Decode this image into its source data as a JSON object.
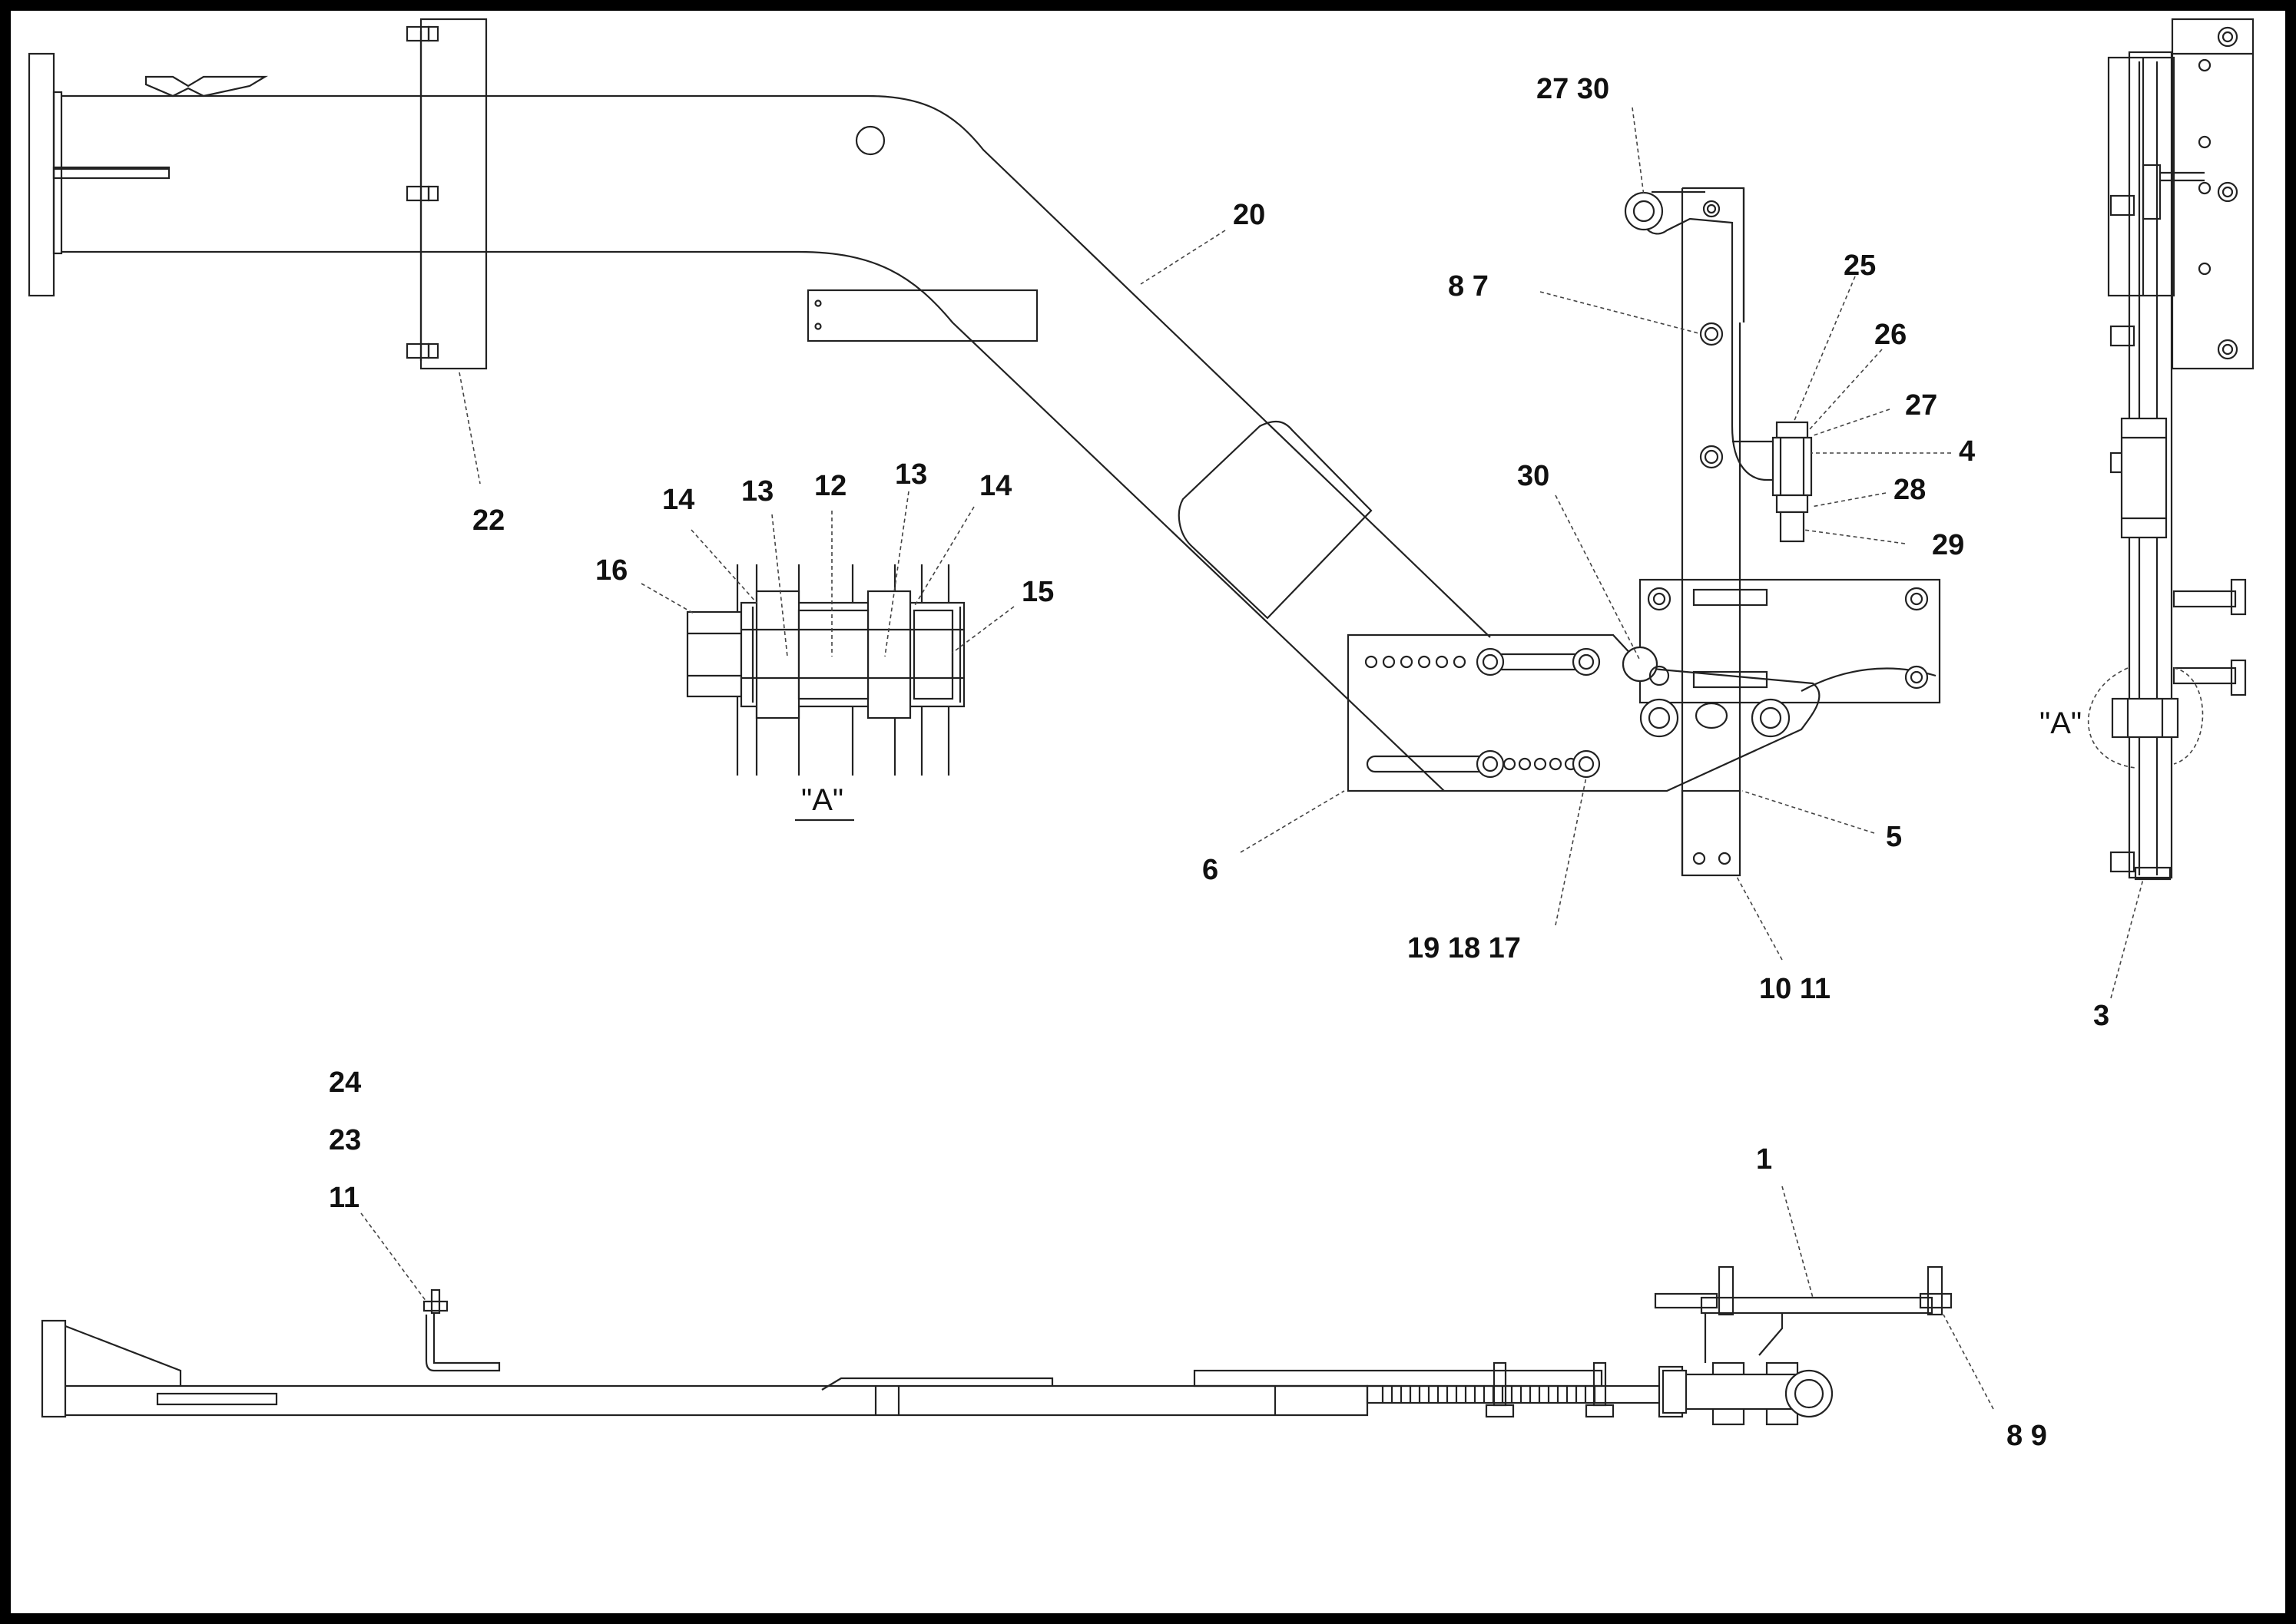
{
  "diagram": {
    "callouts": {
      "c_27_30_top": "27   30",
      "c_8_7": "8    7",
      "c_20": "20",
      "c_22": "22",
      "c_25": "25",
      "c_26": "26",
      "c_27": "27",
      "c_4": "4",
      "c_28": "28",
      "c_29": "29",
      "c_30": "30",
      "c_14_left": "14",
      "c_13_left": "13",
      "c_12": "12",
      "c_13_right": "13",
      "c_14_right": "14",
      "c_16": "16",
      "c_15": "15",
      "c_6": "6",
      "c_5": "5",
      "c_19_18_17": "19   18   17",
      "c_10_11": "10   11",
      "c_3": "3",
      "c_24": "24",
      "c_23": "23",
      "c_11": "11",
      "c_1": "1",
      "c_8_9": "8    9"
    },
    "view_labels": {
      "detail_a": "\"A\"",
      "section_a": "\"A\""
    }
  }
}
